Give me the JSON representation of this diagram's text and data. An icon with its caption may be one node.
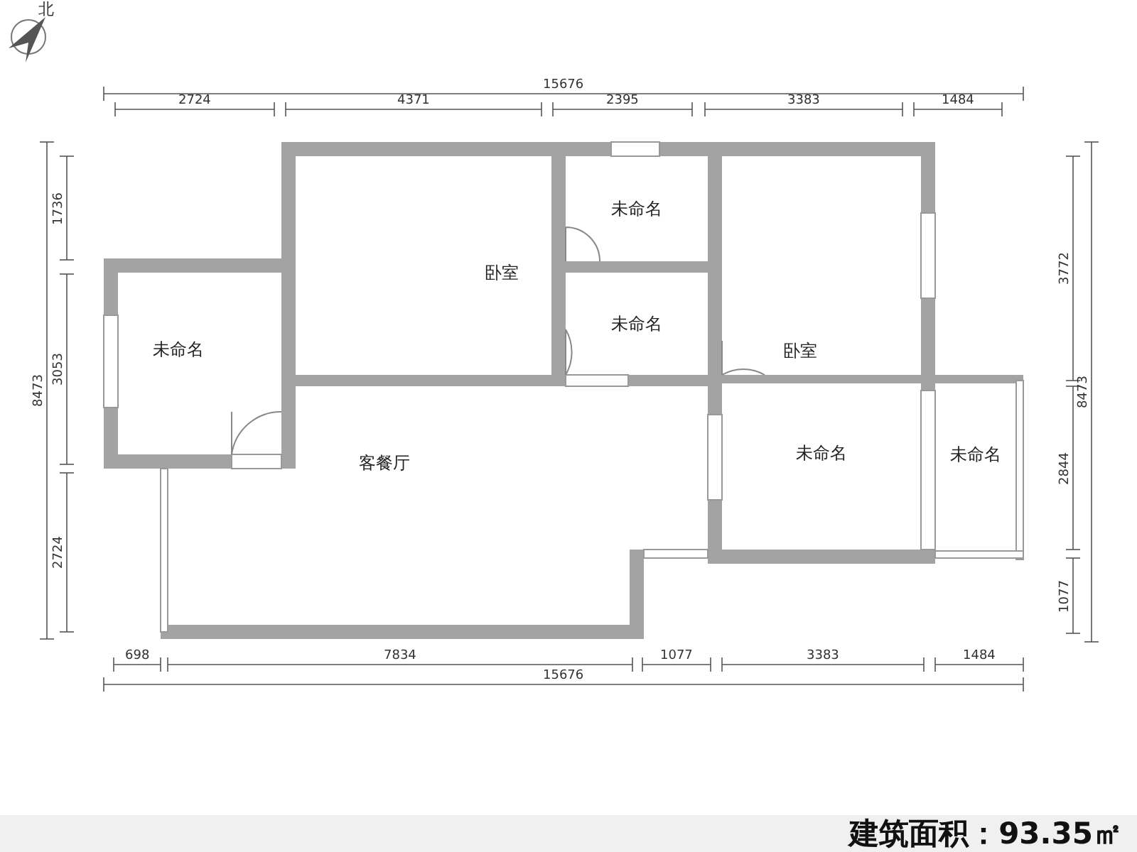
{
  "diagram": {
    "caption": "建筑面积：93.35㎡",
    "nodes": [
      {
        "text": [
          "未命名"
        ]
      },
      {
        "text": [
          "卧室"
        ]
      },
      {
        "text": [
          "未命名"
        ]
      },
      {
        "text": [
          "卧室"
        ]
      },
      {
        "text": [
          "未命名"
        ]
      },
      {
        "text": [
          "客餐厅"
        ]
      },
      {
        "text": [
          "未命名"
        ]
      },
      {
        "text": [
          "未命名"
        ]
      }
    ],
    "edges": [],
    "labels": [
      "北",
      "15676",
      "2724",
      "4371",
      "2395",
      "3383",
      "1484",
      "1736",
      "8473",
      "3053",
      "2724",
      "3772",
      "8473",
      "2844",
      "1077",
      "698",
      "7834",
      "1077",
      "3383",
      "1484",
      "15676"
    ]
  }
}
